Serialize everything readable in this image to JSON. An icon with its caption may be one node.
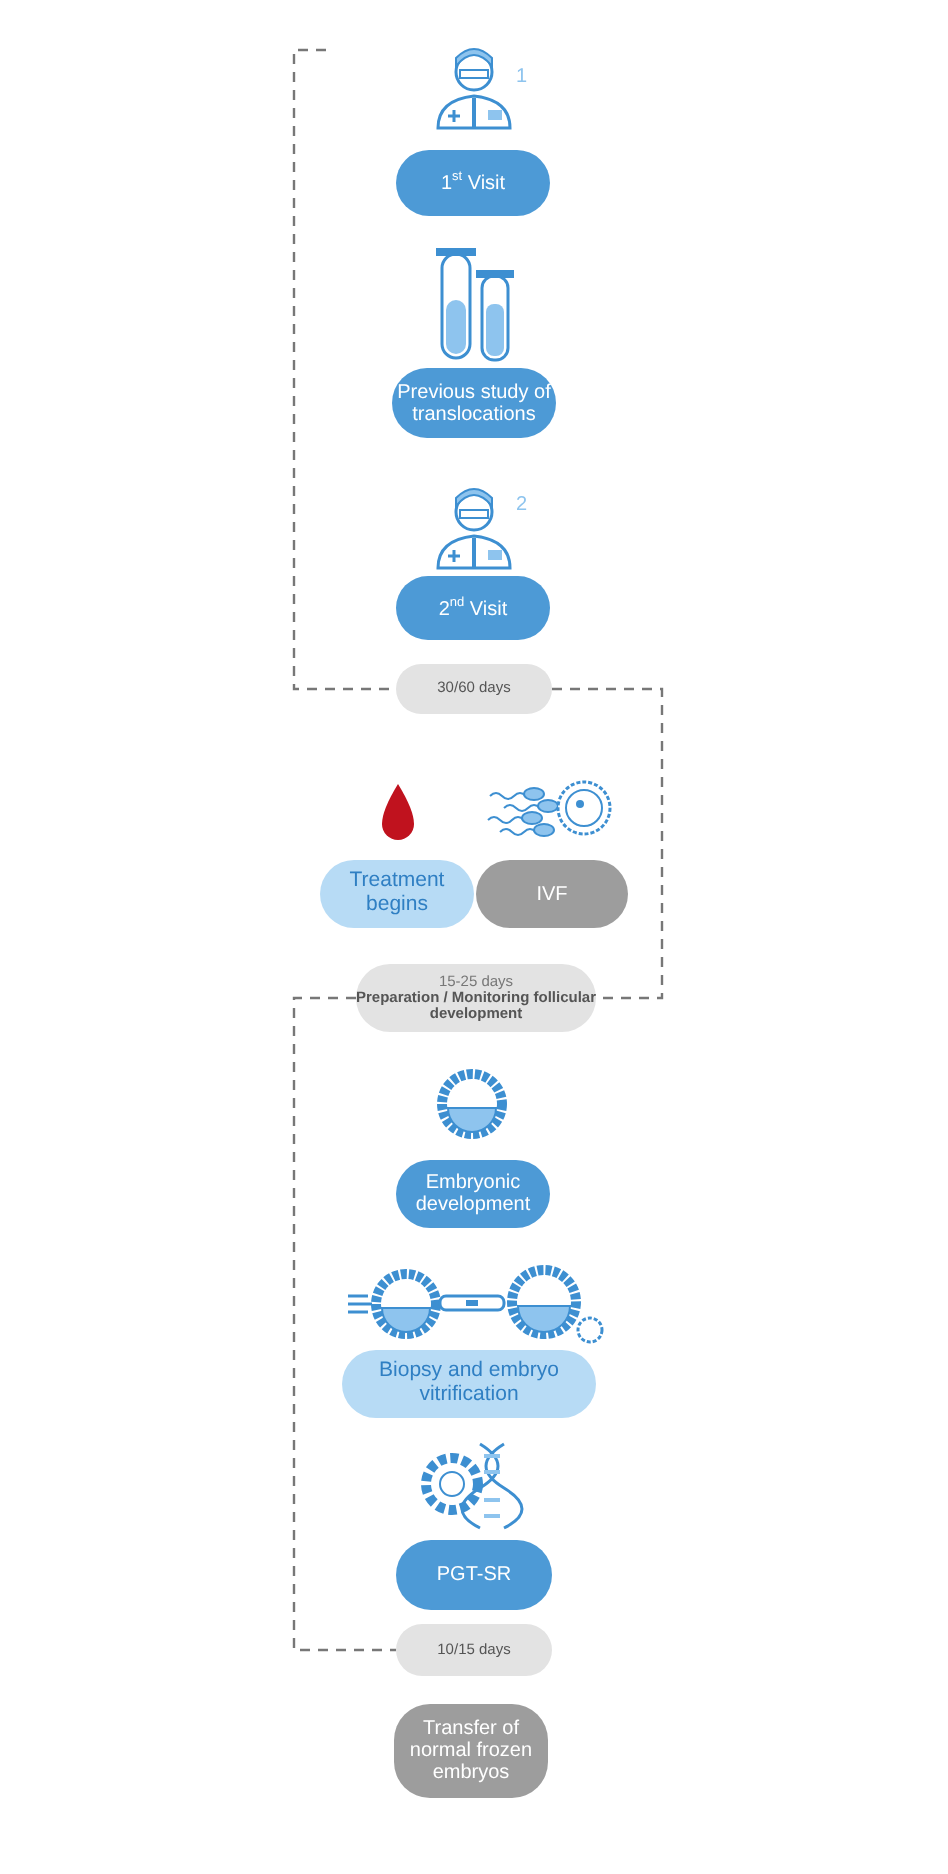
{
  "diagram": {
    "nodes": [
      {
        "text": [
          "1$^{st}$ Visit"
        ]
      },
      {
        "text": [
          "Previous study of translocations"
        ]
      },
      {
        "text": [
          "2$^{nd}$ Visit"
        ]
      },
      {
        "text": [
          "30/60 days"
        ]
      },
      {
        "text": [
          "Treatment begins"
        ]
      },
      {
        "text": [
          "IVF"
        ]
      },
      {
        "text": [
          "15-25 days",
          "Preparation / Monitoring follicular development"
        ]
      },
      {
        "text": [
          "Embryonic development"
        ]
      },
      {
        "text": [
          "Biopsy and embryo vitrification"
        ]
      },
      {
        "text": [
          "PGT-SR"
        ]
      },
      {
        "text": [
          "10/15 days"
        ]
      },
      {
        "text": [
          "Transfer of normal frozen embryos"
        ]
      }
    ],
    "edges": [
      {
        "from": null,
        "to": 3,
        "arrow": "none",
        "style": "dashed"
      },
      {
        "from": 3,
        "to": 6,
        "arrow": "none",
        "style": "dashed"
      },
      {
        "from": 6,
        "to": 10,
        "arrow": "none",
        "style": "dashed"
      }
    ],
    "labels": [
      "1",
      "2"
    ]
  }
}
